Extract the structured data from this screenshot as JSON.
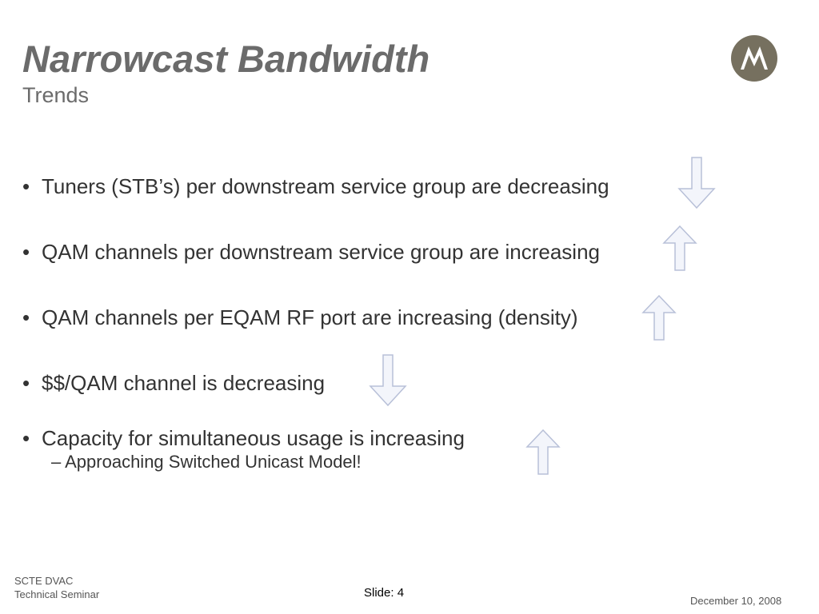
{
  "slide": {
    "title": "Narrowcast Bandwidth",
    "subtitle": "Trends",
    "logo_icon": "motorola-logo-icon",
    "bullets": [
      {
        "text": "Tuners (STB’s) per downstream service group are decreasing",
        "trend": "down"
      },
      {
        "text": "QAM channels per downstream service group are increasing",
        "trend": "up"
      },
      {
        "text": "QAM channels per EQAM RF port are increasing (density)",
        "trend": "up"
      },
      {
        "text": "$$/QAM channel is decreasing",
        "trend": "down"
      },
      {
        "text": "Capacity for simultaneous usage is increasing",
        "trend": "up",
        "sub": "– Approaching Switched Unicast Model!"
      }
    ],
    "bullet_symbol": "•"
  },
  "footer": {
    "org_line1": "SCTE DVAC",
    "org_line2": "Technical Seminar",
    "slide_number": "Slide: 4",
    "date": "December 10, 2008"
  },
  "colors": {
    "title": "#6b6b6b",
    "logo_bg": "#76705f",
    "arrow_fill": "#f3f5fb",
    "arrow_stroke": "#b8c0d8"
  }
}
